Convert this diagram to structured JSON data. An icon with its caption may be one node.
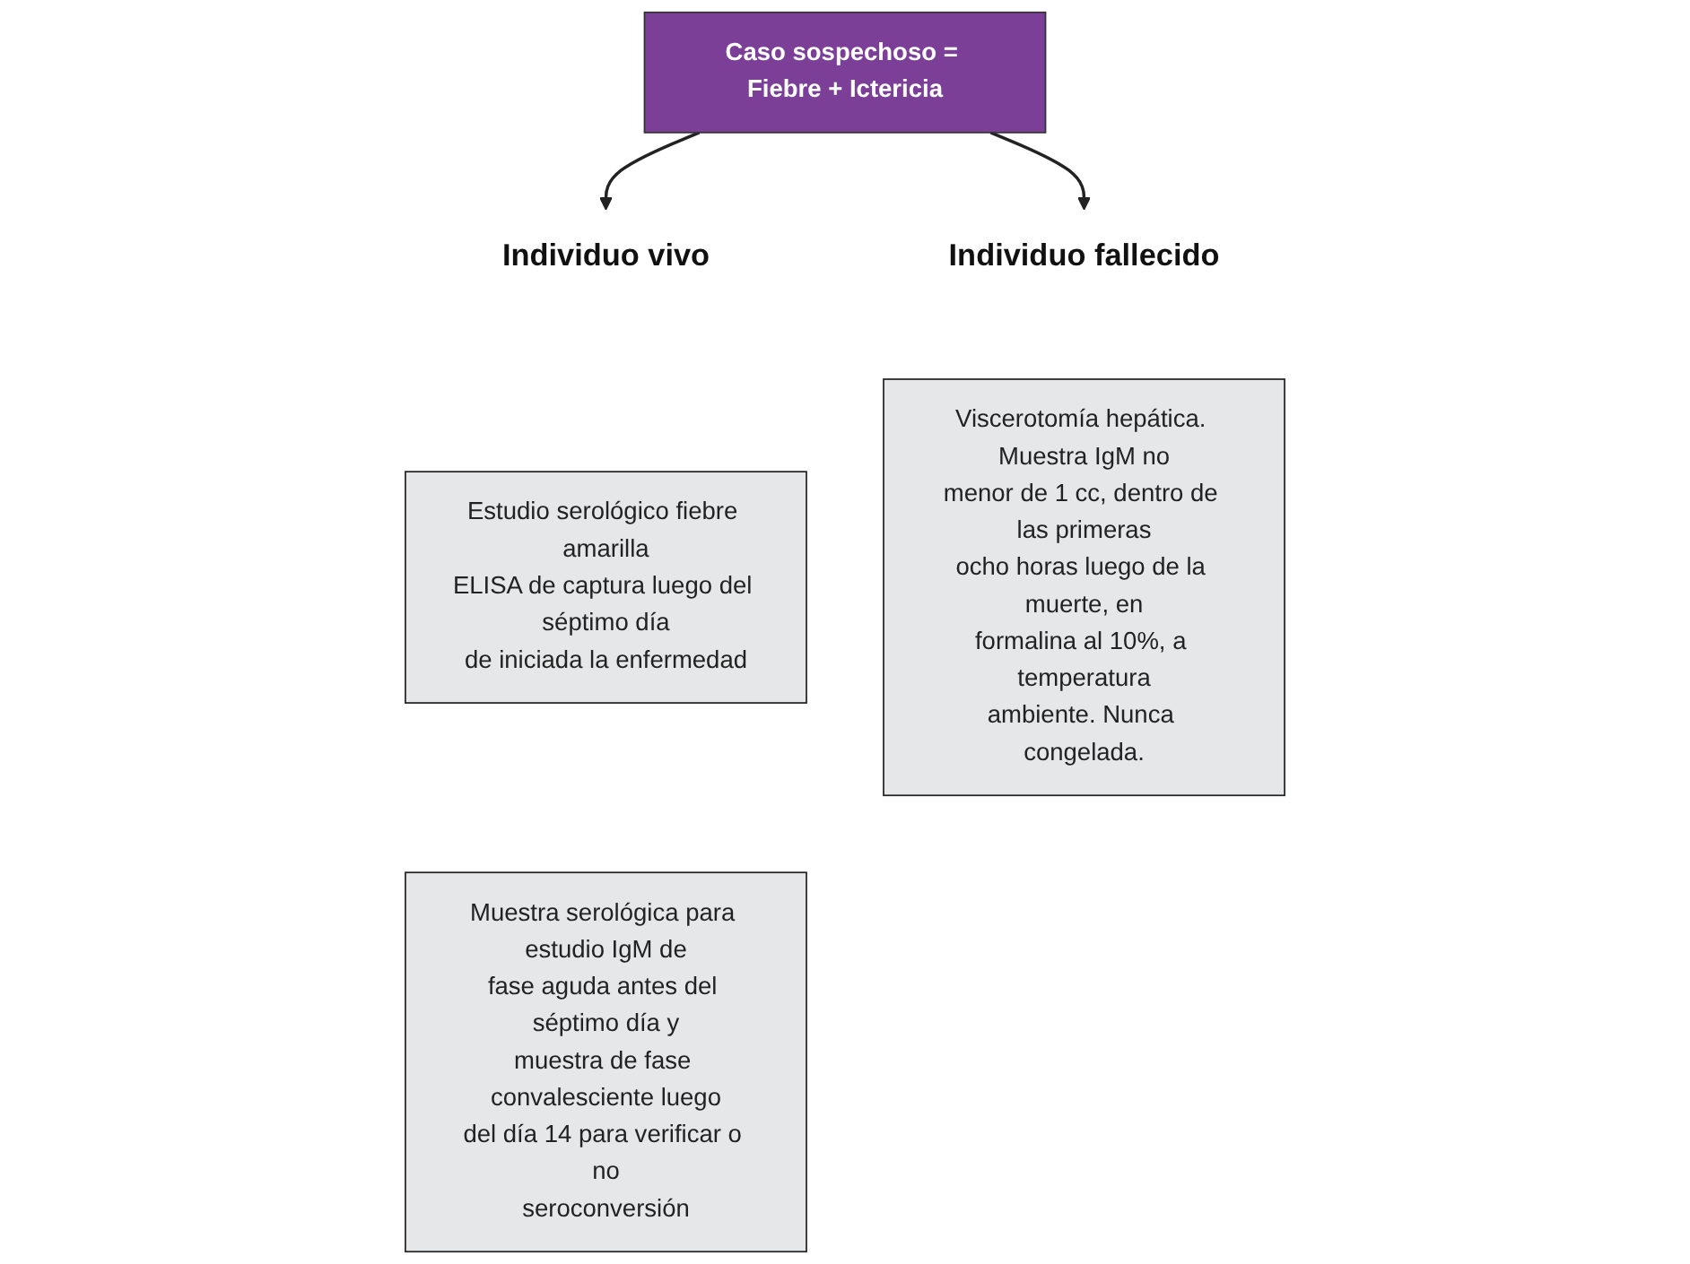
{
  "diagram": {
    "nodes": [
      {
        "text": [
          "Caso sospechoso = Fiebre + Ictericia"
        ]
      },
      {
        "text": [
          "Individuo vivo"
        ]
      },
      {
        "text": [
          "Individuo fallecido"
        ]
      },
      {
        "text": [
          "Estudio serológico fiebre amarilla ELISA de captura luego del séptimo día de iniciada la enfermedad"
        ]
      },
      {
        "text": [
          "Viscerotomía hepática. Muestra IgM no menor de 1 cc, dentro de las primeras ocho horas luego de la muerte, en formalina al 10%, a temperatura ambiente. Nunca congelada."
        ]
      },
      {
        "text": [
          "Muestra serológica para estudio IgM de fase aguda antes del séptimo día y muestra de fase convalesciente luego del día 14 para verificar o no seroconversión"
        ]
      }
    ],
    "edges": [
      {
        "from": 0,
        "to": 1,
        "arrow": "to"
      },
      {
        "from": 0,
        "to": 2,
        "arrow": "to"
      }
    ]
  }
}
